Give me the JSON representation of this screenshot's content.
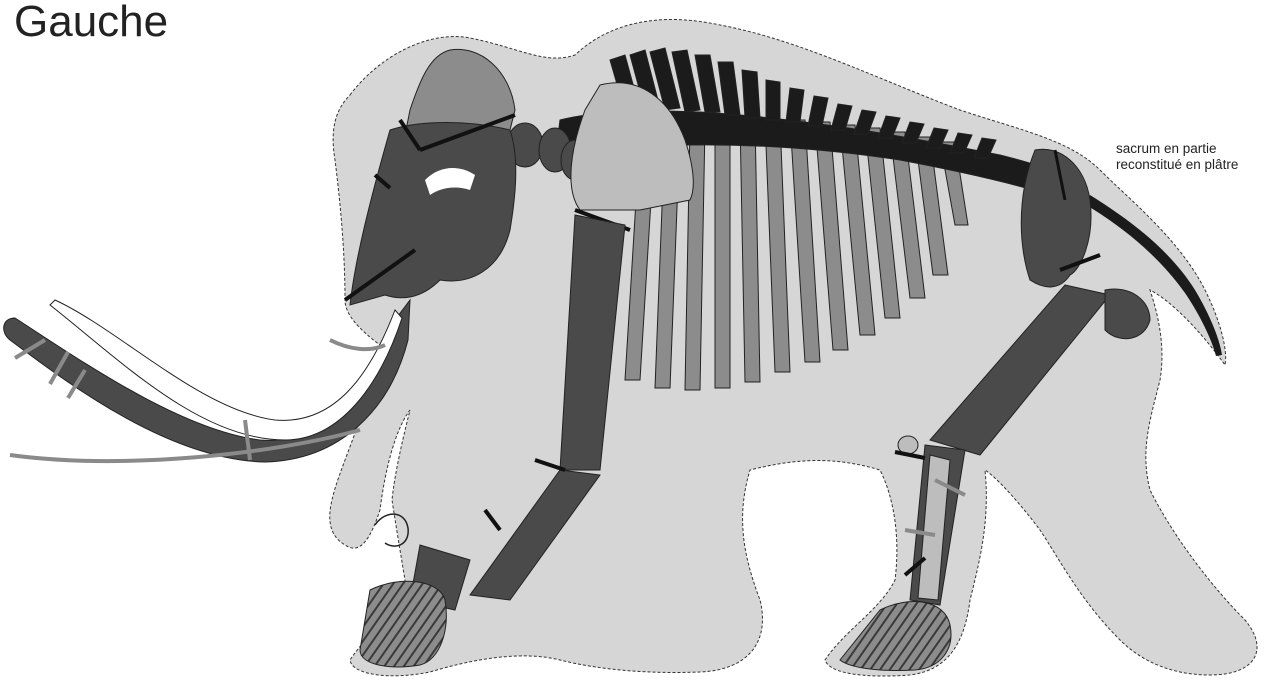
{
  "title": "Gauche",
  "annotation": {
    "line1": "sacrum en partie",
    "line2": "reconstitué en plâtre"
  },
  "colors": {
    "fur_silhouette": "#d6d6d6",
    "bone_dark": "#4a4a4a",
    "bone_black": "#1b1b1b",
    "bone_medium": "#8c8c8c",
    "bone_light": "#bdbdbd",
    "break_marker_black": "#111111",
    "break_marker_grey": "#8a8a8a",
    "outline": "#222222"
  },
  "icons": {
    "figure": "mammoth-skeleton-diagram"
  }
}
